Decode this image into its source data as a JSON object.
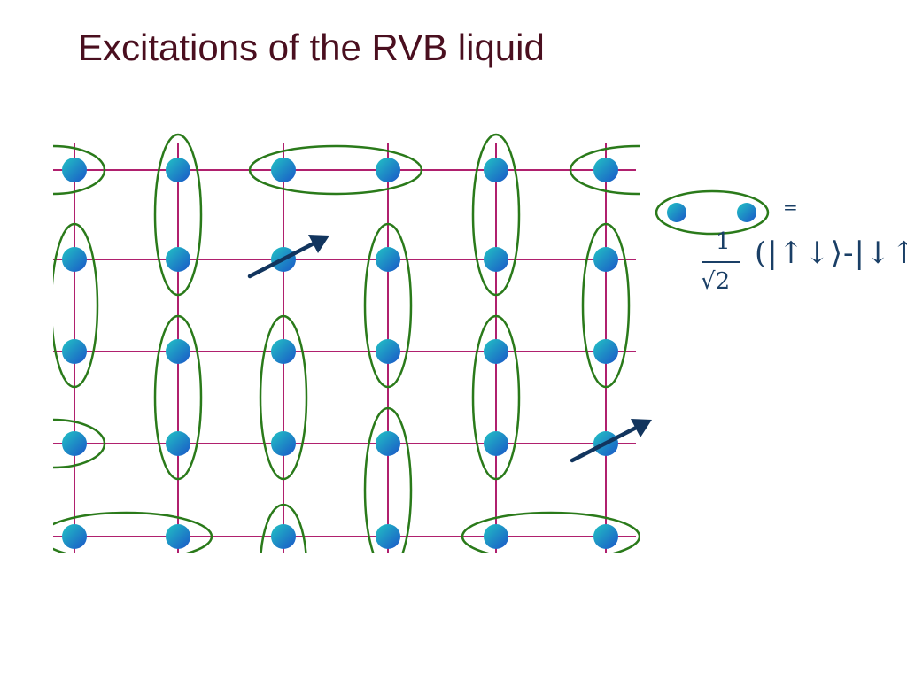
{
  "title": "Excitations of the RVB liquid",
  "colors": {
    "title": "#4a0f1f",
    "lattice_lines": "#b0206e",
    "bond_ring": "#2a7a1a",
    "site_light": "#22c4c4",
    "site_dark": "#1a55c8",
    "spinon_arrow": "#12355e",
    "formula": "#1a3f66"
  },
  "lattice": {
    "columns": 6,
    "rows": 5,
    "valence_bonds": [
      {
        "kind": "horizontal",
        "row": 1,
        "cols": [
          2,
          3
        ]
      },
      {
        "kind": "horizontal",
        "row": 5,
        "cols": [
          0,
          1
        ]
      },
      {
        "kind": "horizontal",
        "row": 5,
        "cols": [
          4,
          5
        ]
      },
      {
        "kind": "vertical",
        "col": 1,
        "rows": [
          1,
          2
        ]
      },
      {
        "kind": "vertical",
        "col": 4,
        "rows": [
          1,
          2
        ]
      },
      {
        "kind": "vertical",
        "col": 0,
        "rows": [
          2,
          3
        ]
      },
      {
        "kind": "vertical",
        "col": 3,
        "rows": [
          2,
          3
        ]
      },
      {
        "kind": "vertical",
        "col": 5,
        "rows": [
          2,
          3
        ]
      },
      {
        "kind": "vertical",
        "col": 1,
        "rows": [
          3,
          4
        ]
      },
      {
        "kind": "vertical",
        "col": 2,
        "rows": [
          3,
          4
        ]
      },
      {
        "kind": "vertical",
        "col": 4,
        "rows": [
          3,
          4
        ]
      },
      {
        "kind": "vertical",
        "col": 3,
        "rows": [
          4,
          5
        ]
      }
    ],
    "boundary_bonds": [
      {
        "side": "left",
        "row": 1
      },
      {
        "side": "right",
        "row": 1
      },
      {
        "side": "left",
        "row": 4
      },
      {
        "side": "bottom",
        "col": 2
      }
    ],
    "spinons": [
      {
        "row": 2,
        "col": 2
      },
      {
        "row": 4,
        "col": 5
      }
    ]
  },
  "legend": {
    "equals": "=",
    "numerator": "1",
    "denominator": "√2",
    "ket_expression": "(|↑↓⟩-|↓↑⟩)"
  }
}
